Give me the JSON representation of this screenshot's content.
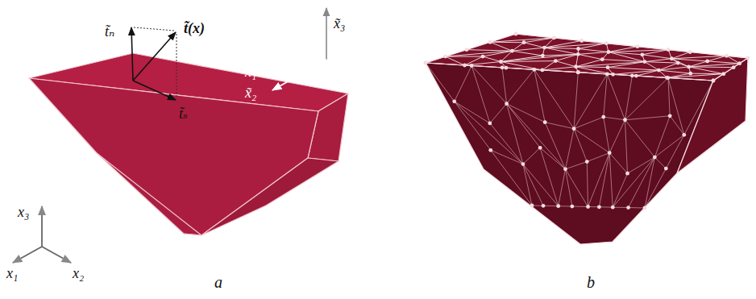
{
  "diagram": {
    "labels": [
      "t̃ₙ",
      "t̃(x)",
      "t̃ₛ",
      "x̃₃",
      "x̃₁",
      "x̃₂",
      "x₃",
      "x₁",
      "x₂",
      "a",
      "b"
    ]
  }
}
